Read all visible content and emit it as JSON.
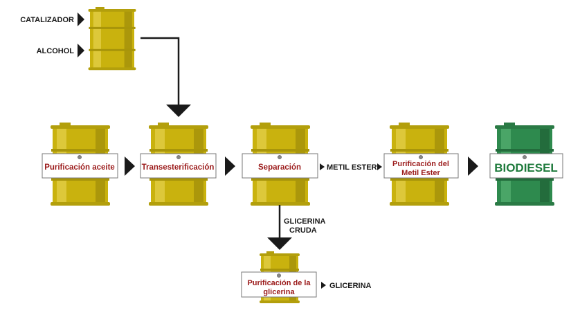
{
  "inputs": {
    "catalyst": "CATALIZADOR",
    "alcohol": "ALCOHOL"
  },
  "steps": {
    "oil_purification": "Purificación aceite",
    "transesterification": "Transesterificación",
    "separation": "Separación",
    "methyl_ester_purification": [
      "Purificación del",
      "Metil Ester"
    ],
    "biodiesel": "BIODIESEL",
    "glycerin_purification": [
      "Purificación de la",
      "glicerina"
    ]
  },
  "flows": {
    "methyl_ester": "METIL ESTER",
    "crude_glycerin": [
      "GLICERINA",
      "CRUDA"
    ],
    "glycerin": "GLICERINA"
  },
  "colors": {
    "barrel_yellow": "#c9b20e",
    "barrel_yellow_dark": "#a8950a",
    "barrel_green": "#2e8a4e",
    "barrel_green_dark": "#236c3c",
    "label_text_red": "#9b1b1b",
    "label_text_green": "#1e7a3c",
    "arrow": "#1a1a1a"
  }
}
